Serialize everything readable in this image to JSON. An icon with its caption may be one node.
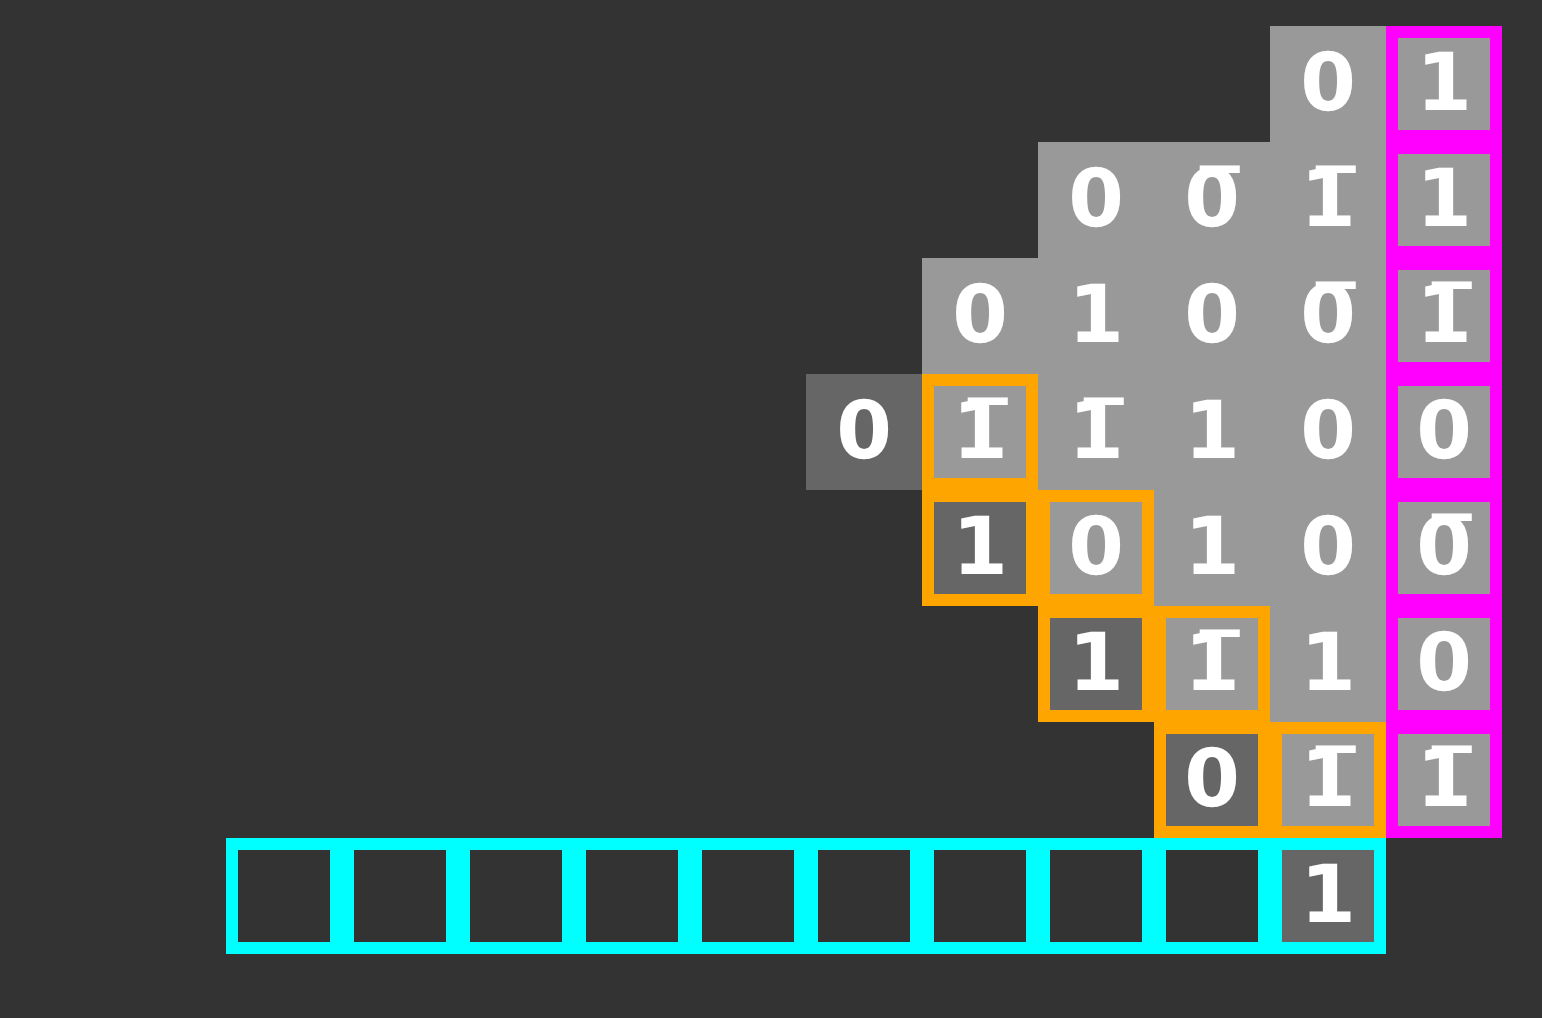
{
  "diagram": {
    "nodes": [
      {
        "text": [
          "0"
        ]
      },
      {
        "text": [
          "1"
        ]
      },
      {
        "text": [
          "0"
        ]
      },
      {
        "text": [
          "0̅"
        ]
      },
      {
        "text": [
          "1̅"
        ]
      },
      {
        "text": [
          "1"
        ]
      },
      {
        "text": [
          "0"
        ]
      },
      {
        "text": [
          "1"
        ]
      },
      {
        "text": [
          "0"
        ]
      },
      {
        "text": [
          "0̅"
        ]
      },
      {
        "text": [
          "1̅"
        ]
      },
      {
        "text": [
          "0"
        ]
      },
      {
        "text": [
          "1̅"
        ]
      },
      {
        "text": [
          "1̅"
        ]
      },
      {
        "text": [
          "1"
        ]
      },
      {
        "text": [
          "0"
        ]
      },
      {
        "text": [
          "0"
        ]
      },
      {
        "text": [
          "1"
        ]
      },
      {
        "text": [
          "0"
        ]
      },
      {
        "text": [
          "1"
        ]
      },
      {
        "text": [
          "0"
        ]
      },
      {
        "text": [
          "0̅"
        ]
      },
      {
        "text": [
          "1"
        ]
      },
      {
        "text": [
          "1̅"
        ]
      },
      {
        "text": [
          "1"
        ]
      },
      {
        "text": [
          "0"
        ]
      },
      {
        "text": [
          "0"
        ]
      },
      {
        "text": [
          "1̅"
        ]
      },
      {
        "text": [
          "1̅"
        ]
      },
      {
        "text": [],
        "shape": "box"
      },
      {
        "text": [],
        "shape": "box"
      },
      {
        "text": [],
        "shape": "box"
      },
      {
        "text": [],
        "shape": "box"
      },
      {
        "text": [],
        "shape": "box"
      },
      {
        "text": [],
        "shape": "box"
      },
      {
        "text": [],
        "shape": "box"
      },
      {
        "text": [],
        "shape": "box"
      },
      {
        "text": [],
        "shape": "box"
      },
      {
        "text": [
          "1"
        ]
      }
    ]
  }
}
